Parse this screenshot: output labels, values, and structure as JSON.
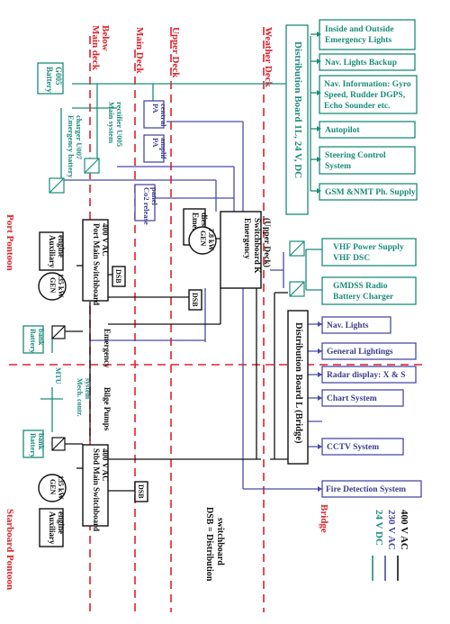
{
  "colors": {
    "dc24": "#1a8c7a",
    "ac230": "#4a4aa8",
    "ac400": "#111111",
    "deck": "#e0202a"
  },
  "decks": {
    "below_main": "Below\nMain deck",
    "main": "Main Deck",
    "upper": "Upper Deck",
    "weather": "Weather Deck",
    "port": "Port Pontoon",
    "bridge": "Bridge",
    "starboard": "Starboard Pontoon"
  },
  "teal_boxes": {
    "emergency_lights": "Inside and Outside\nEmergency Lights",
    "nav_backup": "Nav. Lights Backup",
    "nav_info": "Nav. Information: Gyro\nSpeed, Rudder DGPS,\nEcho Sounder etc.",
    "autopilot": "Autopilot",
    "steering": "Steering Control\nSystem",
    "gsm": "GSM &NMT Ph. Supply",
    "vhf": "VHF Power Supply\nVHF DSC",
    "gmdss": "GMDSS Radio\nBattery Charger",
    "battery_g005": "Battery\nG005",
    "battery_bank_1": "Battery\nbank",
    "battery_bank_2": "Battery\nbank",
    "db_1l": "Distribution Board 1L, 24 V, DC"
  },
  "blue_boxes": {
    "nav_lights": "Nav. Lights",
    "general_lightings": "General Lightings",
    "radar": "Radar display: X & S",
    "chart": "Chart System",
    "cctv": "CCTV System",
    "fire_detection": "Fire Detection System",
    "pa_central": "PA\ncentral",
    "pa_amplif": "PA\namplif",
    "co2": "Co2 release\npanel"
  },
  "black_boxes": {
    "aux_port": "Auxiliary\nengine",
    "aux_stbd": "Auxiliary\nengine",
    "emerg_diesel": "Emerg\ndiesel",
    "port_msb": "Port Main Switchboard\n400 V AC",
    "stbd_msb": "Stbd Main Switchboard\n400 V AC",
    "esb_k": "Emergency\nSwitchboard K\n(Upper Deck)",
    "db_l": "Distribution Board L (Bridge)",
    "dsb_1": "DSB",
    "dsb_2": "DSB",
    "dsb_3": "DSB"
  },
  "circles": {
    "gen_port": "GEN\n135 kW",
    "gen_stbd": "GEN\n135 kW",
    "gen_emerg": "GEN\n7.8 kW"
  },
  "labels": {
    "emergency_charger": "Emergency battery\ncharger U007",
    "main_rectifier": "Main system\nrectifier U005",
    "emergency_lbl": "Emergency",
    "bilge_pumps": "Bilge Pumps",
    "mech_control": "Mech. contr.\nsystem",
    "mtu": "MTU",
    "dsb_legend": "DSB = Distribution\nswitchboard"
  },
  "legend": [
    {
      "text": "400 V AC",
      "color": "#111111"
    },
    {
      "text": "230 V AC",
      "color": "#4a4aa8"
    },
    {
      "text": "24  V  DC",
      "color": "#1a8c7a"
    }
  ]
}
